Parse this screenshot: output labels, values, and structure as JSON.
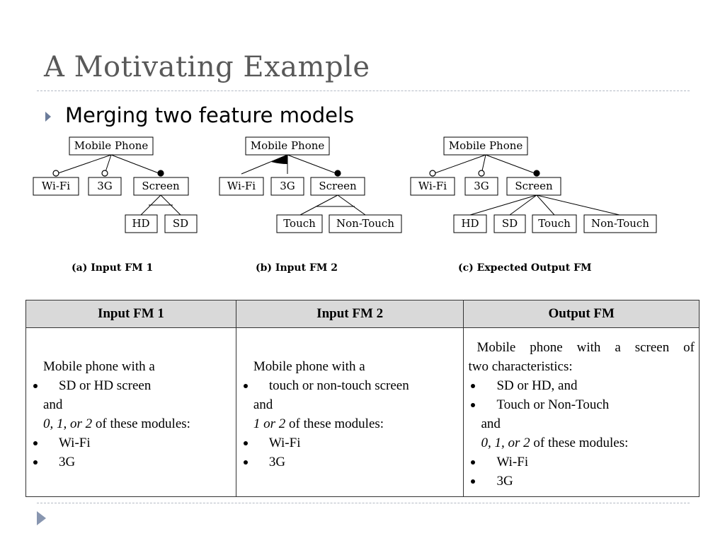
{
  "slide": {
    "title": "A Motivating Example",
    "bullet": "Merging two feature models"
  },
  "diagram": {
    "fm1": {
      "root": "Mobile Phone",
      "children": [
        "Wi-Fi",
        "3G",
        "Screen"
      ],
      "grandchildren": [
        "HD",
        "SD"
      ],
      "caption": "(a) Input FM 1"
    },
    "fm2": {
      "root": "Mobile Phone",
      "children": [
        "Wi-Fi",
        "3G",
        "Screen"
      ],
      "grandchildren": [
        "Touch",
        "Non-Touch"
      ],
      "caption": "(b) Input FM 2"
    },
    "fm3": {
      "root": "Mobile Phone",
      "children": [
        "Wi-Fi",
        "3G",
        "Screen"
      ],
      "grandchildren": [
        "HD",
        "SD",
        "Touch",
        "Non-Touch"
      ],
      "caption": "(c) Expected Output FM"
    }
  },
  "table": {
    "headers": [
      "Input FM 1",
      "Input FM 2",
      "Output FM"
    ],
    "col1": {
      "intro": "Mobile phone with a",
      "item1": "SD or HD screen",
      "and": "and",
      "mod_italic": "0, 1, or 2",
      "mod_rest": " of these modules:",
      "m1": "Wi-Fi",
      "m2": "3G"
    },
    "col2": {
      "intro": "Mobile phone with a",
      "item1": "touch or non-touch screen",
      "and": "and",
      "mod_italic": "1 or 2",
      "mod_rest": " of these modules:",
      "m1": "Wi-Fi",
      "m2": "3G"
    },
    "col3": {
      "intro1": "Mobile phone with a screen of",
      "intro2": "two characteristics:",
      "item1": "SD or HD, and",
      "item2": "Touch or Non-Touch",
      "and": "and",
      "mod_italic": "0, 1, or 2",
      "mod_rest": " of these modules:",
      "m1": "Wi-Fi",
      "m2": "3G"
    }
  }
}
